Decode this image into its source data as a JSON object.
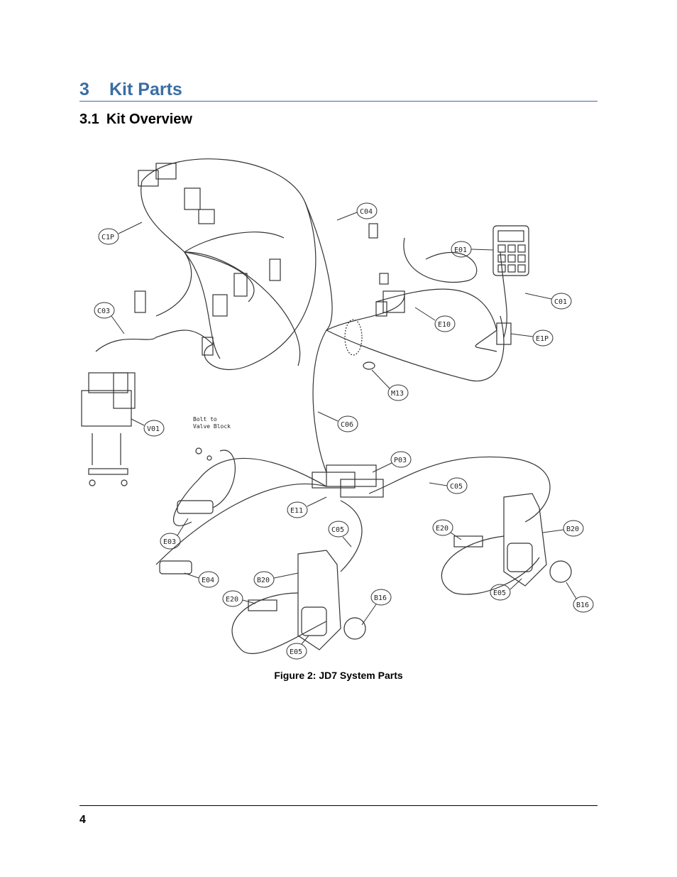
{
  "section": {
    "number": "3",
    "title": "Kit Parts"
  },
  "subsection": {
    "number": "3.1",
    "title": "Kit Overview"
  },
  "figure": {
    "caption": "Figure 2: JD7 System Parts",
    "labels": [
      "C1P",
      "C04",
      "E01",
      "C01",
      "E10",
      "E1P",
      "C03",
      "M13",
      "V01",
      "C06",
      "P03",
      "C05",
      "E11",
      "E03",
      "C05",
      "E20",
      "B20",
      "E04",
      "B20",
      "E20",
      "E05",
      "B16",
      "E05",
      "B16"
    ],
    "note_line1": "Bolt to",
    "note_line2": "Valve Block"
  },
  "footer": {
    "page_number": "4"
  },
  "colors": {
    "heading": "#3a6ea5"
  }
}
